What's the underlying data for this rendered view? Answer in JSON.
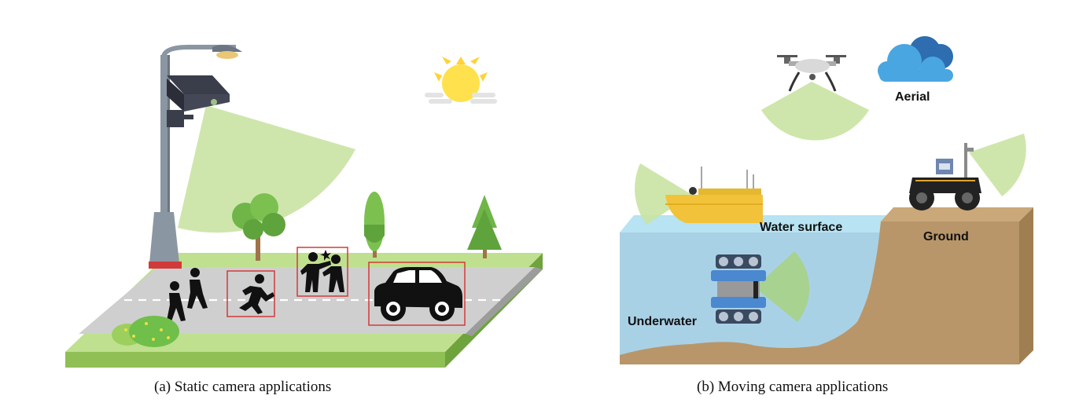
{
  "panels": {
    "static": {
      "caption": "(a) Static camera applications"
    },
    "moving": {
      "caption": "(b) Moving camera applications",
      "labels": {
        "aerial": "Aerial",
        "water_surface": "Water surface",
        "ground": "Ground",
        "underwater": "Underwater"
      }
    }
  },
  "colors": {
    "fov": "#c9e3a3",
    "grass": "#a6cf6b",
    "road": "#cfcfcf",
    "detection_box": "#d23a3a",
    "water": "#a9d8ea",
    "soil": "#b8966a",
    "boat": "#f2c23a",
    "sun": "#ffe14d",
    "cloud": "#4aa6e0"
  },
  "icons": [
    "street-lamp-icon",
    "cctv-camera-icon",
    "sun-icon",
    "tree-icon",
    "pedestrian-icon",
    "running-person-icon",
    "fighting-people-icon",
    "car-icon",
    "bush-icon",
    "drone-icon",
    "cloud-icon",
    "boat-icon",
    "ground-robot-icon",
    "underwater-robot-icon"
  ]
}
